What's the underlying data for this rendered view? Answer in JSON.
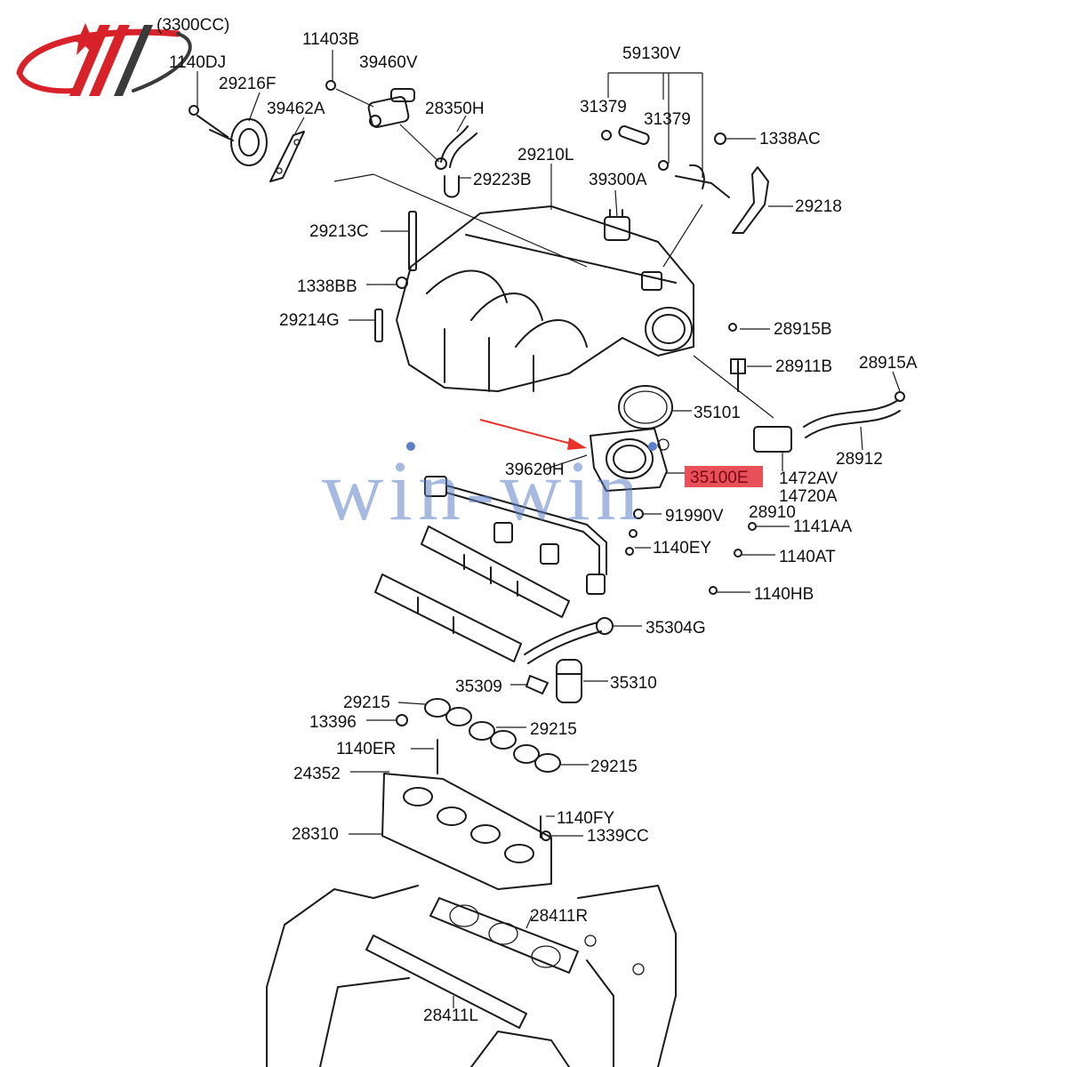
{
  "engine_spec": "(3300CC)",
  "highlight_color": "#e8505a",
  "arrow_color": "#e8322a",
  "watermark_color": "#5b7fc9",
  "logo": {
    "name": "brand-logo",
    "colors": [
      "#d8222a",
      "#3a3a3a"
    ]
  },
  "watermark": "win-win",
  "highlighted_part": "35100E",
  "parts": [
    {
      "id": "1140DJ",
      "label": "1140DJ"
    },
    {
      "id": "11403B",
      "label": "11403B"
    },
    {
      "id": "39460V",
      "label": "39460V"
    },
    {
      "id": "29216F",
      "label": "29216F"
    },
    {
      "id": "39462A",
      "label": "39462A"
    },
    {
      "id": "28350H",
      "label": "28350H"
    },
    {
      "id": "29223B",
      "label": "29223B"
    },
    {
      "id": "29210L",
      "label": "29210L"
    },
    {
      "id": "59130V",
      "label": "59130V"
    },
    {
      "id": "31379a",
      "label": "31379"
    },
    {
      "id": "31379b",
      "label": "31379"
    },
    {
      "id": "1338AC",
      "label": "1338AC"
    },
    {
      "id": "39300A",
      "label": "39300A"
    },
    {
      "id": "29218",
      "label": "29218"
    },
    {
      "id": "29213C",
      "label": "29213C"
    },
    {
      "id": "1338BB",
      "label": "1338BB"
    },
    {
      "id": "29214G",
      "label": "29214G"
    },
    {
      "id": "28915B",
      "label": "28915B"
    },
    {
      "id": "28911B",
      "label": "28911B"
    },
    {
      "id": "28915A",
      "label": "28915A"
    },
    {
      "id": "35101",
      "label": "35101"
    },
    {
      "id": "28912",
      "label": "28912"
    },
    {
      "id": "39620H",
      "label": "39620H"
    },
    {
      "id": "1472AV",
      "label": "1472AV"
    },
    {
      "id": "14720A",
      "label": "14720A"
    },
    {
      "id": "28910",
      "label": "28910"
    },
    {
      "id": "91990V",
      "label": "91990V"
    },
    {
      "id": "1141AA",
      "label": "1141AA"
    },
    {
      "id": "1140EY",
      "label": "1140EY"
    },
    {
      "id": "1140AT",
      "label": "1140AT"
    },
    {
      "id": "1140HB",
      "label": "1140HB"
    },
    {
      "id": "35304G",
      "label": "35304G"
    },
    {
      "id": "35309",
      "label": "35309"
    },
    {
      "id": "35310",
      "label": "35310"
    },
    {
      "id": "29215a",
      "label": "29215"
    },
    {
      "id": "13396",
      "label": "13396"
    },
    {
      "id": "29215b",
      "label": "29215"
    },
    {
      "id": "1140ER",
      "label": "1140ER"
    },
    {
      "id": "29215c",
      "label": "29215"
    },
    {
      "id": "24352",
      "label": "24352"
    },
    {
      "id": "1140FY",
      "label": "1140FY"
    },
    {
      "id": "28310",
      "label": "28310"
    },
    {
      "id": "1339CC",
      "label": "1339CC"
    },
    {
      "id": "28411R",
      "label": "28411R"
    },
    {
      "id": "28411L",
      "label": "28411L"
    }
  ]
}
